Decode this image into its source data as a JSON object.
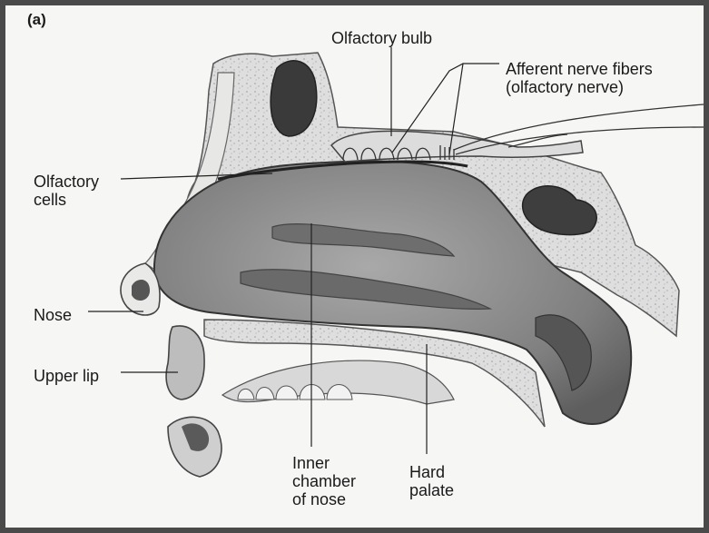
{
  "figure": {
    "panel_label": "(a)",
    "labels": {
      "olfactory_bulb": "Olfactory bulb",
      "afferent_nerve_fibers": "Afferent nerve fibers\n(olfactory nerve)",
      "olfactory_cells": "Olfactory\ncells",
      "nose": "Nose",
      "upper_lip": "Upper lip",
      "inner_chamber": "Inner\nchamber\nof nose",
      "hard_palate": "Hard\npalate"
    }
  }
}
